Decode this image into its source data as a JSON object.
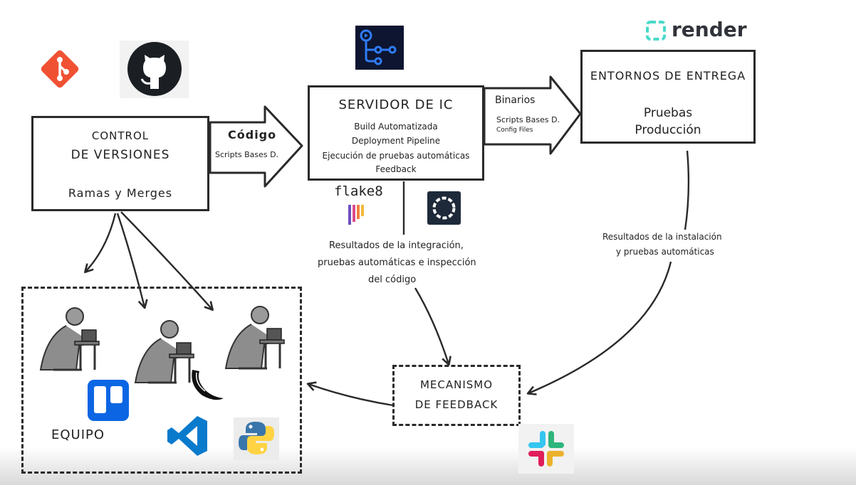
{
  "boxes": {
    "version_control": {
      "title_1": "CONTROL",
      "title_2": "DE VERSIONES",
      "sub": "Ramas y Merges"
    },
    "ci_server": {
      "title": "SERVIDOR DE IC",
      "items": [
        "Build Automatizada",
        "Deployment Pipeline",
        "Ejecución de pruebas automáticas",
        "Feedback"
      ]
    },
    "delivery": {
      "title": "ENTORNOS DE ENTREGA",
      "items": [
        "Pruebas",
        "Producción"
      ]
    },
    "feedback": {
      "title_1": "MECANISMO",
      "title_2": "DE FEEDBACK"
    },
    "team": {
      "label": "EQUIPO"
    }
  },
  "arrows": {
    "code": {
      "label": "Código",
      "sub": "Scripts Bases D."
    },
    "binaries": {
      "label": "Binarios",
      "sub_1": "Scripts Bases D.",
      "sub_2": "Config Files"
    }
  },
  "annotations": {
    "integration_results": [
      "Resultados de la integración,",
      "pruebas automáticas e inspección",
      "del código"
    ],
    "install_results": [
      "Resultados de la instalación",
      "y pruebas automáticas"
    ]
  },
  "logos": {
    "render": "render",
    "flake8": "flake8",
    "icons": [
      "git-logo-icon",
      "github-logo-icon",
      "github-actions-icon",
      "render-logo-icon",
      "flake8-logo-icon",
      "coverage-circle-icon",
      "flask-logo-icon",
      "trello-logo-icon",
      "vscode-logo-icon",
      "python-logo-icon",
      "slack-logo-icon"
    ]
  },
  "colors": {
    "ink": "#2a2a2a",
    "git_orange": "#f05133",
    "github_dark": "#1b1f23",
    "actions_bg": "#0d1530",
    "actions_blue": "#2f7cf6",
    "render_teal": "#4ad9c9",
    "trello_blue": "#0c66e4",
    "vscode_blue": "#0a7acc",
    "python_blue": "#3a76ab",
    "python_yellow": "#ffd343",
    "slack_red": "#e01e5a",
    "slack_green": "#2eb67d",
    "slack_blue": "#36c5f0",
    "slack_yellow": "#ecb22e"
  }
}
